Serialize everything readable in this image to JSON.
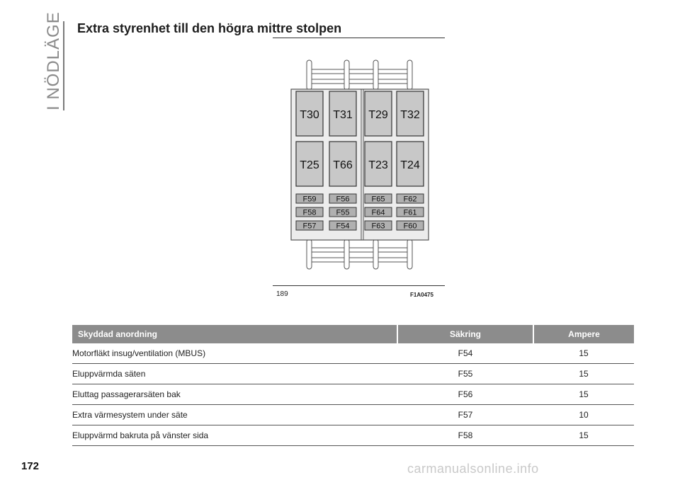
{
  "side_tab": {
    "label": "I NÖDLÄGE"
  },
  "section": {
    "title": "Extra styrenhet till den högra mittre stolpen"
  },
  "figure": {
    "number": "189",
    "code": "F1A0475",
    "relays_top": [
      "T30",
      "T31",
      "T29",
      "T32"
    ],
    "relays_bottom": [
      "T25",
      "T66",
      "T23",
      "T24"
    ],
    "fuse_rows": [
      [
        "F59",
        "F56",
        "F65",
        "F62"
      ],
      [
        "F58",
        "F55",
        "F64",
        "F61"
      ],
      [
        "F57",
        "F54",
        "F63",
        "F60"
      ]
    ]
  },
  "table": {
    "headers": [
      "Skyddad anordning",
      "Säkring",
      "Ampere"
    ],
    "rows": [
      [
        "Motorfläkt insug/ventilation (MBUS)",
        "F54",
        "15"
      ],
      [
        "Eluppvärmda säten",
        "F55",
        "15"
      ],
      [
        "Eluttag passagerarsäten bak",
        "F56",
        "15"
      ],
      [
        "Extra värmesystem under säte",
        "F57",
        "10"
      ],
      [
        "Eluppvärmd bakruta på vänster sida",
        "F58",
        "15"
      ]
    ]
  },
  "page": {
    "number": "172"
  },
  "watermark": {
    "text": "carmanualsonline.info"
  },
  "colors": {
    "header_bg": "#8c8c8c",
    "relay_fill": "#c8c8c8",
    "fuse_fill": "#b0b0b0"
  }
}
